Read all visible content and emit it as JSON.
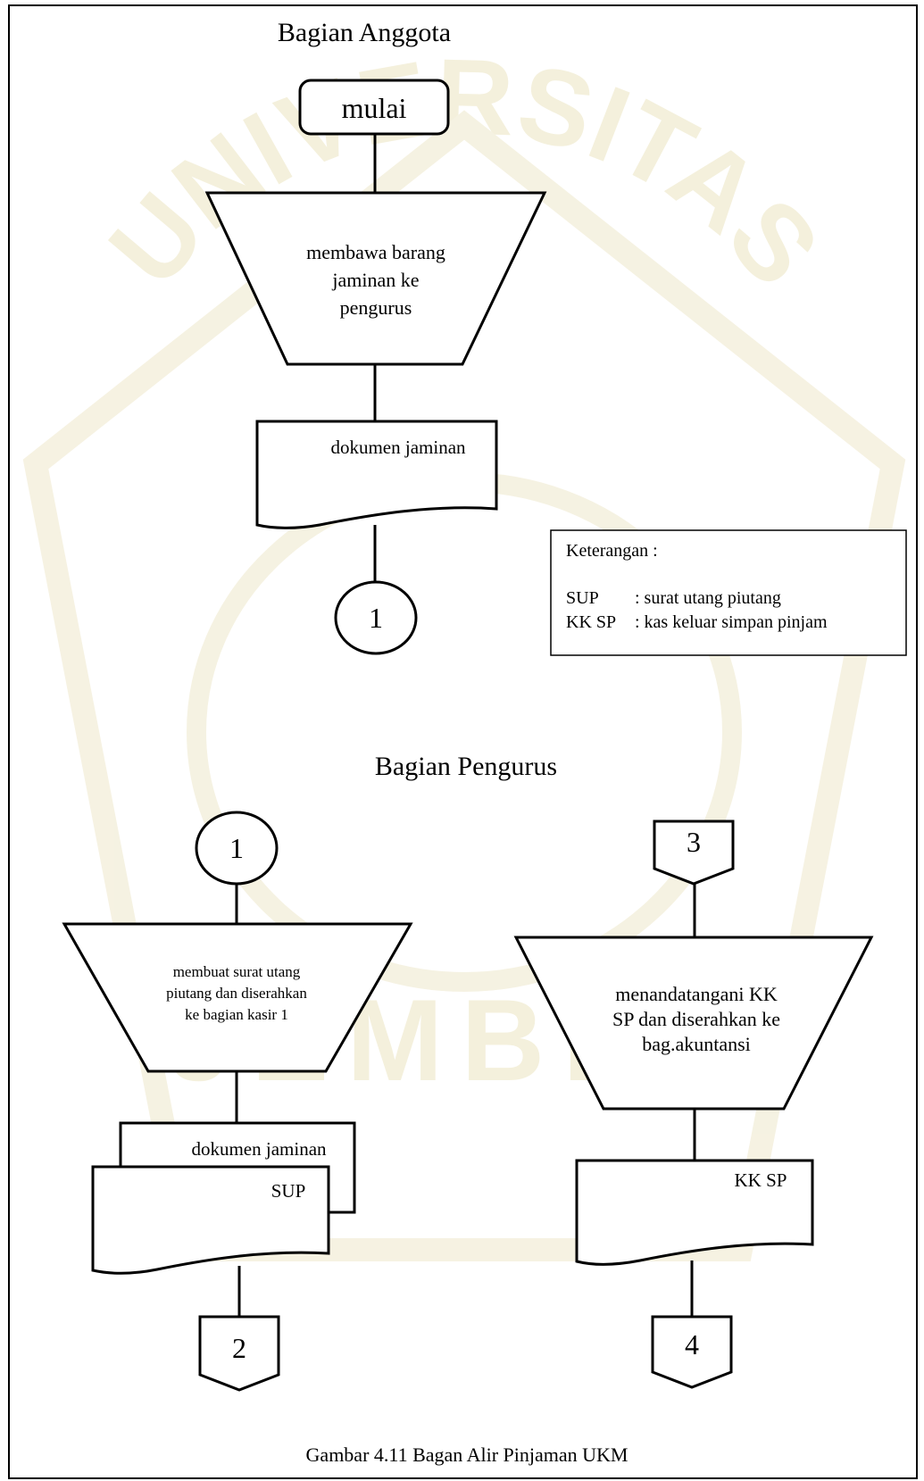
{
  "sections": {
    "anggota_title": "Bagian Anggota",
    "pengurus_title": "Bagian Pengurus"
  },
  "anggota": {
    "start": "mulai",
    "manual_lines": [
      "membawa barang",
      "jaminan ke",
      "pengurus"
    ],
    "document": "dokumen jaminan",
    "connector": "1"
  },
  "legend": {
    "heading": "Keterangan :",
    "rows": [
      {
        "abbr": "SUP",
        "desc": ": surat utang piutang"
      },
      {
        "abbr": "KK SP",
        "desc": ": kas keluar simpan pinjam"
      }
    ]
  },
  "pengurus_left": {
    "connector_in": "1",
    "manual_lines": [
      "membuat surat utang",
      "piutang dan diserahkan",
      "ke bagian kasir 1"
    ],
    "doc_back": "dokumen jaminan",
    "doc_front": "SUP",
    "connector_out": "2"
  },
  "pengurus_right": {
    "connector_in": "3",
    "manual_lines": [
      "menandatangani KK",
      "SP dan diserahkan ke",
      "bag.akuntansi"
    ],
    "document": "KK SP",
    "connector_out": "4"
  },
  "watermark": {
    "arc_text": "UNIVERSITAS",
    "bottom_text": "JEMBER",
    "color": "#f3efd9"
  },
  "caption": "Gambar 4.11 Bagan Alir Pinjaman UKM"
}
